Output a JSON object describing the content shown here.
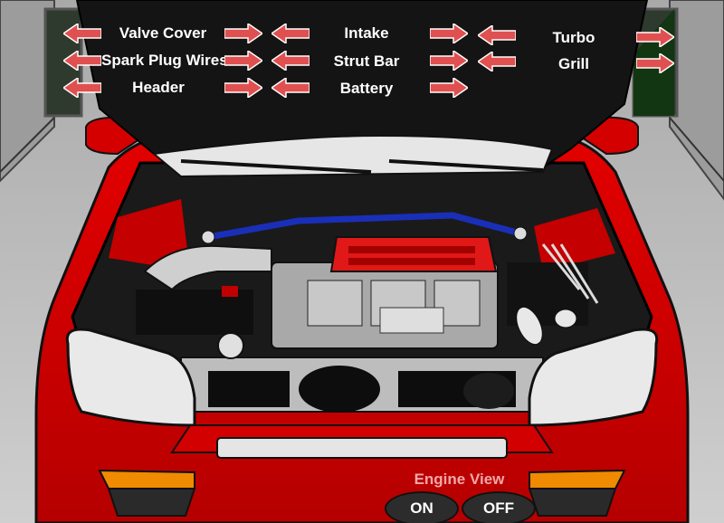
{
  "hood_menu": {
    "valve_cover": "Valve Cover",
    "spark_plug_wires": "Spark Plug Wires",
    "header": "Header",
    "intake": "Intake",
    "strut_bar": "Strut Bar",
    "battery": "Battery",
    "turbo": "Turbo",
    "grill": "Grill"
  },
  "engine_view": {
    "label": "Engine View",
    "on": "ON",
    "off": "OFF"
  },
  "colors": {
    "car_red": "#d90000",
    "car_dark_red": "#8a0000",
    "valve_cover_red": "#e01818",
    "strut_bar_blue": "#1a2fb8",
    "hood_black": "#141414",
    "headlight": "#e9e9e9",
    "turn_signal": "#f08a00",
    "arrow_red": "#e05050"
  }
}
